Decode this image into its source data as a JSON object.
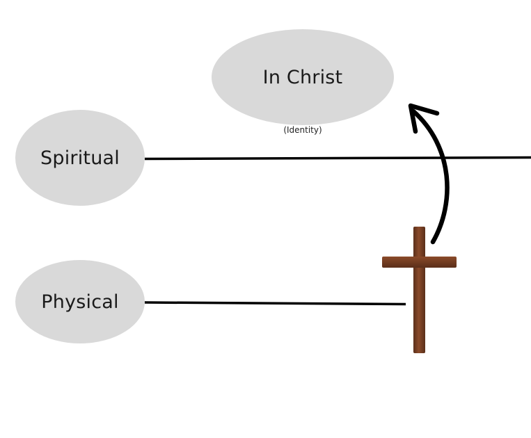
{
  "diagram": {
    "nodes": {
      "in_christ": {
        "label": "In Christ",
        "caption": "(Identity)"
      },
      "spiritual": {
        "label": "Spiritual"
      },
      "physical": {
        "label": "Physical"
      }
    },
    "colors": {
      "oval_fill": "#d9d9d9",
      "line": "#000000",
      "cross_wood_dark": "#5a2f1a",
      "cross_wood_light": "#8a4a2a"
    },
    "icons": {
      "cross": "wooden-cross-icon",
      "arrow": "curved-arrow-icon"
    }
  }
}
